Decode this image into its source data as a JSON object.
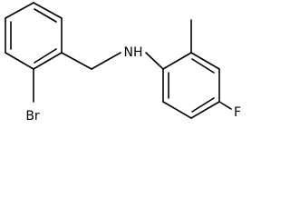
{
  "molecule": {
    "atoms": {
      "bromine": "Br",
      "amine": "NH",
      "fluorine": "F"
    }
  }
}
